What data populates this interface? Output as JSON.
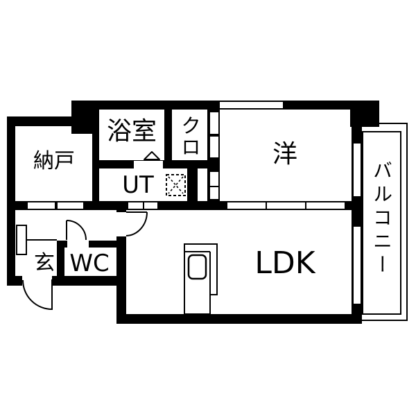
{
  "floorplan": {
    "background_color": "#ffffff",
    "wall_color": "#000000",
    "rooms": [
      {
        "id": "nando",
        "label": "納戸"
      },
      {
        "id": "bathroom",
        "label": "浴室"
      },
      {
        "id": "closet",
        "label": "クロ"
      },
      {
        "id": "western-room",
        "label": "洋"
      },
      {
        "id": "utility",
        "label": "UT"
      },
      {
        "id": "genkan",
        "label": "玄"
      },
      {
        "id": "toilet",
        "label": "WC"
      },
      {
        "id": "ldk",
        "label": "LDK"
      },
      {
        "id": "balcony",
        "label": "バルコニー"
      }
    ],
    "symbols": [
      "bath-door-triangle-icon",
      "washing-machine-pan-icon",
      "kitchen-sink-icon",
      "shoe-cabinet-icon",
      "door-swing-arc-icon",
      "sliding-door-window-slits"
    ]
  }
}
